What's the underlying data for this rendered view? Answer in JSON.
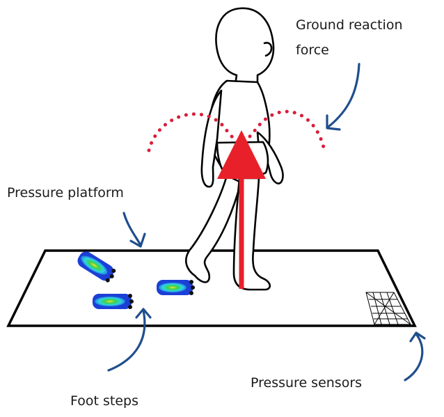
{
  "labels": {
    "grf_line1": "Ground reaction",
    "grf_line2": "force",
    "platform": "Pressure platform",
    "footsteps": "Foot steps",
    "sensors": "Pressure sensors"
  },
  "colors": {
    "outline": "#000000",
    "arrow_blue": "#1f4e8c",
    "force_red": "#e8202a",
    "dotted_red": "#d81e3a",
    "footprint_blue": "#1c3fd6",
    "footprint_cyan": "#2ed3e6",
    "footprint_green": "#3ad24a",
    "footprint_yellow": "#e8e23a"
  }
}
